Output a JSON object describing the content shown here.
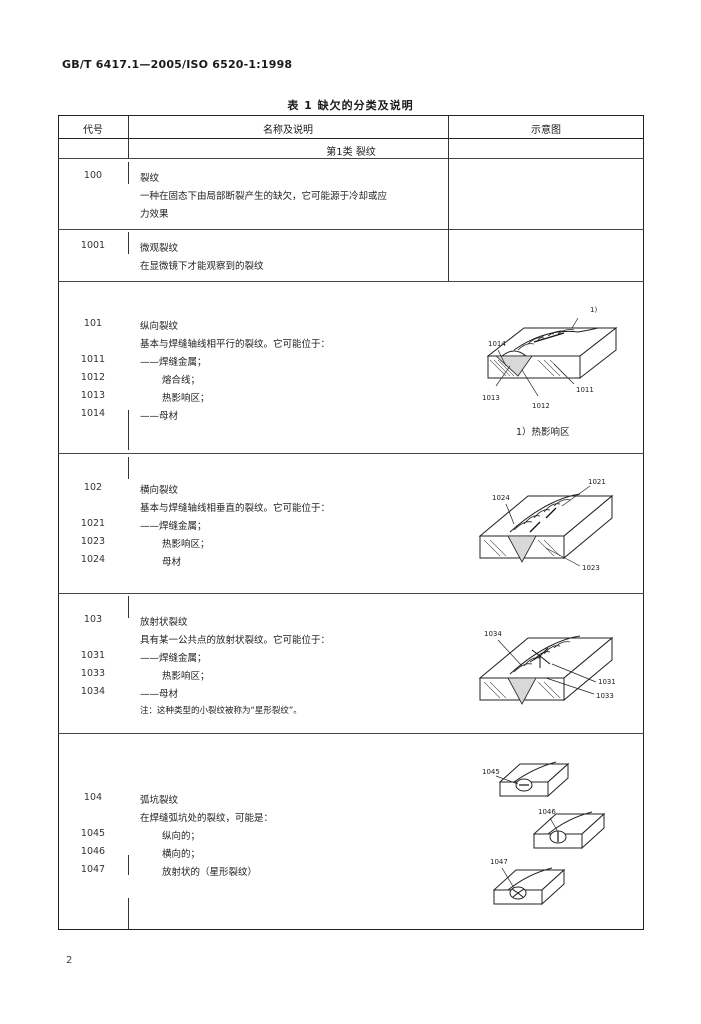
{
  "header": {
    "standard": "GB/T 6417.1—2005/ISO 6520-1:1998"
  },
  "table": {
    "title": "表 1  缺欠的分类及说明",
    "columns": [
      "代号",
      "名称及说明",
      "示意图"
    ],
    "section": "第1类  裂纹",
    "rows": [
      {
        "code": "100",
        "name": "裂纹",
        "lines": [
          "一种在固态下由局部断裂产生的缺欠，它可能源于冷却或应",
          "力效果"
        ]
      },
      {
        "code": "1001",
        "name": "微观裂纹",
        "lines": [
          "在显微镜下才能观察到的裂纹"
        ]
      },
      {
        "code": "101",
        "name": "纵向裂纹",
        "lines": [
          "基本与焊缝轴线相平行的裂纹。它可能位于："
        ],
        "subs": [
          {
            "code": "1011",
            "text": "——焊缝金属；"
          },
          {
            "code": "1012",
            "text": "熔合线；"
          },
          {
            "code": "1013",
            "text": "热影响区；"
          },
          {
            "code": "1014",
            "text": "——母材"
          }
        ],
        "figure": {
          "labels": [
            "1)",
            "1014",
            "1011",
            "1013",
            "1012"
          ],
          "caption": "1）热影响区"
        }
      },
      {
        "code": "102",
        "name": "横向裂纹",
        "lines": [
          "基本与焊缝轴线相垂直的裂纹。它可能位于："
        ],
        "subs": [
          {
            "code": "1021",
            "text": "——焊缝金属；"
          },
          {
            "code": "1023",
            "text": "热影响区；"
          },
          {
            "code": "1024",
            "text": "母材"
          }
        ],
        "figure": {
          "labels": [
            "1021",
            "1024",
            "1023"
          ]
        }
      },
      {
        "code": "103",
        "name": "放射状裂纹",
        "lines": [
          "具有某一公共点的放射状裂纹。它可能位于："
        ],
        "subs": [
          {
            "code": "1031",
            "text": "——焊缝金属；"
          },
          {
            "code": "1033",
            "text": "热影响区；"
          },
          {
            "code": "1034",
            "text": "——母材"
          }
        ],
        "note": "注：这种类型的小裂纹被称为“星形裂纹”。",
        "figure": {
          "labels": [
            "1034",
            "1031",
            "1033"
          ]
        }
      },
      {
        "code": "104",
        "name": "弧坑裂纹",
        "lines": [
          "在焊缝弧坑处的裂纹，可能是："
        ],
        "subs": [
          {
            "code": "1045",
            "text": "纵向的；"
          },
          {
            "code": "1046",
            "text": "横向的；"
          },
          {
            "code": "1047",
            "text": "放射状的（星形裂纹）"
          }
        ],
        "figure": {
          "labels": [
            "1045",
            "1046",
            "1047"
          ]
        }
      }
    ]
  },
  "footer": {
    "page": "2"
  }
}
